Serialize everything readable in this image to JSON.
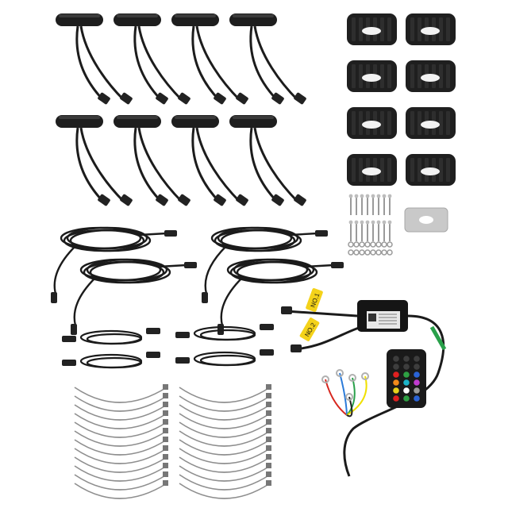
{
  "product_kit": {
    "pod_lights": {
      "count": 8
    },
    "mounting_brackets": {
      "count": 8
    },
    "extension_cables": {
      "long_count": 4,
      "short_count": 4
    },
    "zip_ties": {
      "count": 24
    },
    "hardware": {
      "screw_count": 16,
      "washer_count": 16,
      "plate_count": 1
    },
    "controller": {
      "tag_labels": [
        "NO.1",
        "NO.2"
      ],
      "wire_colors": [
        "#d7261e",
        "#2b7bd9",
        "#29a04a",
        "#f0e000",
        "#222222"
      ]
    },
    "remote": {
      "button_colors": [
        "#e02020",
        "#2ea043",
        "#2a63d6",
        "#f08a1a",
        "#1bb3c8",
        "#c13bd0",
        "#e8d21b",
        "#ffffff",
        "#9a9a9a"
      ]
    }
  }
}
